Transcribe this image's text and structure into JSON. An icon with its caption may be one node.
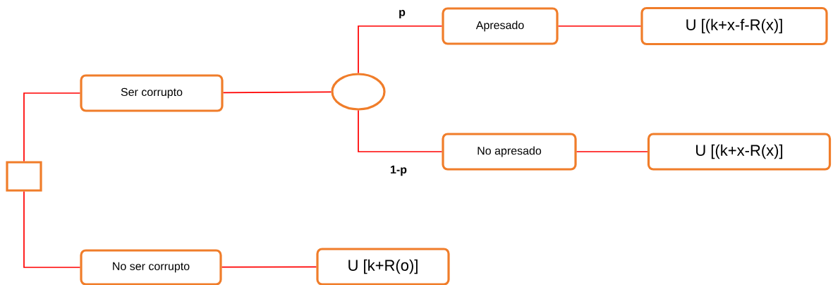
{
  "diagram": {
    "nodes": [
      {
        "text": [],
        "shape": "box"
      },
      {
        "text": [
          "Ser corrupto"
        ]
      },
      {
        "text": [],
        "shape": "circle"
      },
      {
        "text": [
          "Apresado"
        ]
      },
      {
        "text": [
          "U [(k+x-f-R(x)]"
        ]
      },
      {
        "text": [
          "No apresado"
        ]
      },
      {
        "text": [
          "U [(k+x-R(x)]"
        ]
      },
      {
        "text": [
          "No ser corrupto"
        ]
      },
      {
        "text": [
          "U [k+R(o)]"
        ]
      }
    ],
    "edges": [
      {
        "from": 0,
        "to": 1,
        "arrow": "none"
      },
      {
        "from": 0,
        "to": 7,
        "arrow": "none"
      },
      {
        "from": 1,
        "to": 2,
        "arrow": "none"
      },
      {
        "from": 2,
        "to": 3,
        "arrow": "none",
        "label": "p"
      },
      {
        "from": 2,
        "to": 5,
        "arrow": "none",
        "label": "1-p"
      },
      {
        "from": 3,
        "to": 4,
        "arrow": "none"
      },
      {
        "from": 5,
        "to": 6,
        "arrow": "none"
      },
      {
        "from": 7,
        "to": 8,
        "arrow": "none"
      }
    ]
  }
}
